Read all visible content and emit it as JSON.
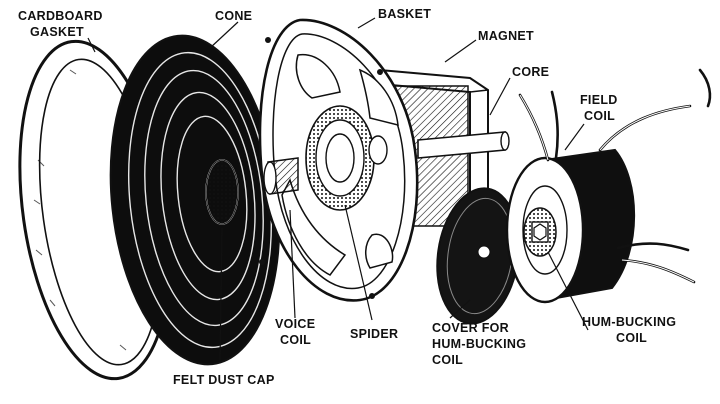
{
  "labels": {
    "cardboard_gasket": [
      "CARDBOARD",
      "GASKET"
    ],
    "cone": "CONE",
    "basket": "BASKET",
    "magnet": "MAGNET",
    "core": "CORE",
    "field_coil": [
      "FIELD",
      "COIL"
    ],
    "voice_coil": [
      "VOICE",
      "COIL"
    ],
    "spider": "SPIDER",
    "felt_dust_cap": "FELT DUST CAP",
    "cover_for_hum_bucking_coil": [
      "COVER FOR",
      "HUM-BUCKING",
      "COIL"
    ],
    "hum_bucking_coil": [
      "HUM-BUCKING",
      "COIL"
    ]
  },
  "colors": {
    "ink": "#111111",
    "paper": "#ffffff"
  }
}
